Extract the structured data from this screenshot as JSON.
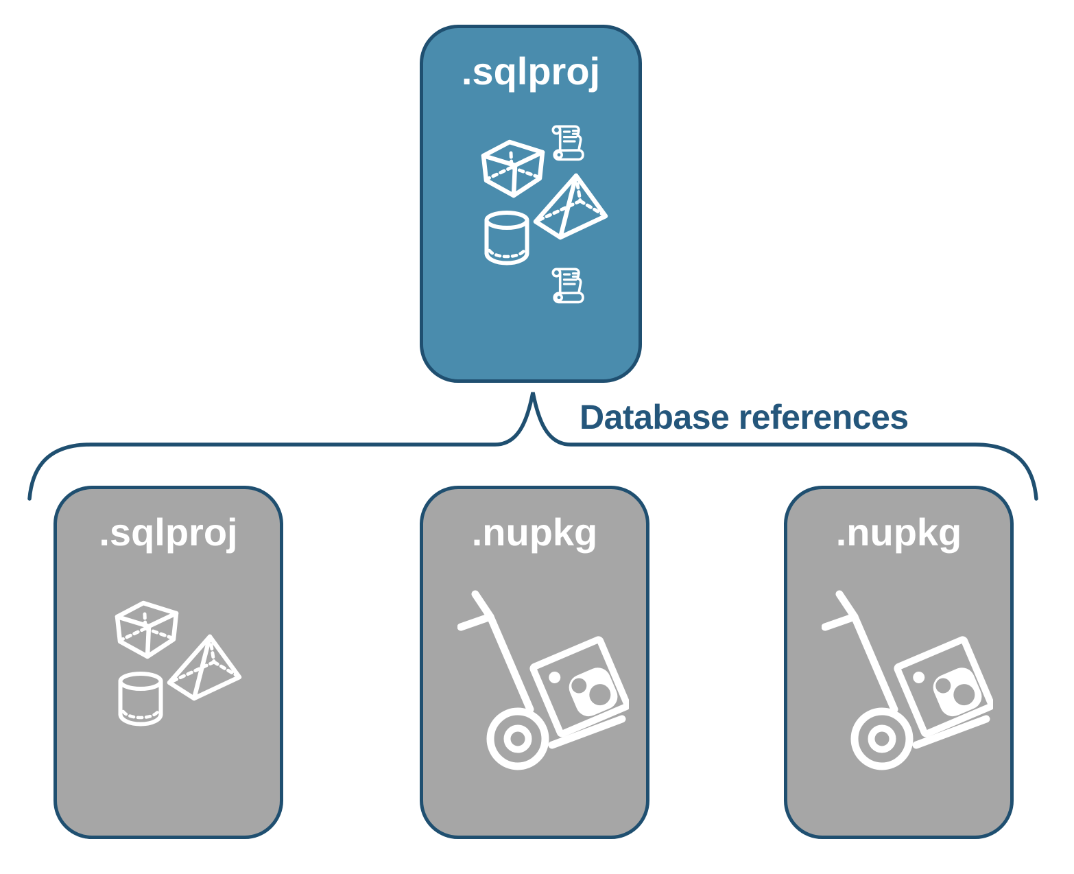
{
  "diagram": {
    "connector_label": "Database references",
    "root_card": {
      "title": ".sqlproj",
      "icons": [
        "cube-icon",
        "script-scroll-icon",
        "pyramid-icon",
        "database-cylinder-icon",
        "script-scroll-icon"
      ]
    },
    "child_cards": [
      {
        "title": ".sqlproj",
        "icons": [
          "cube-icon",
          "pyramid-icon",
          "database-cylinder-icon"
        ]
      },
      {
        "title": ".nupkg",
        "icons": [
          "nuget-package-dolly-icon"
        ]
      },
      {
        "title": ".nupkg",
        "icons": [
          "nuget-package-dolly-icon"
        ]
      }
    ],
    "colors": {
      "root_fill": "#4A8CAD",
      "child_fill": "#A6A6A6",
      "border": "#1F4F70",
      "label_text": "#24567B",
      "icon_stroke": "#FFFFFF",
      "background": "#FFFFFF"
    }
  }
}
